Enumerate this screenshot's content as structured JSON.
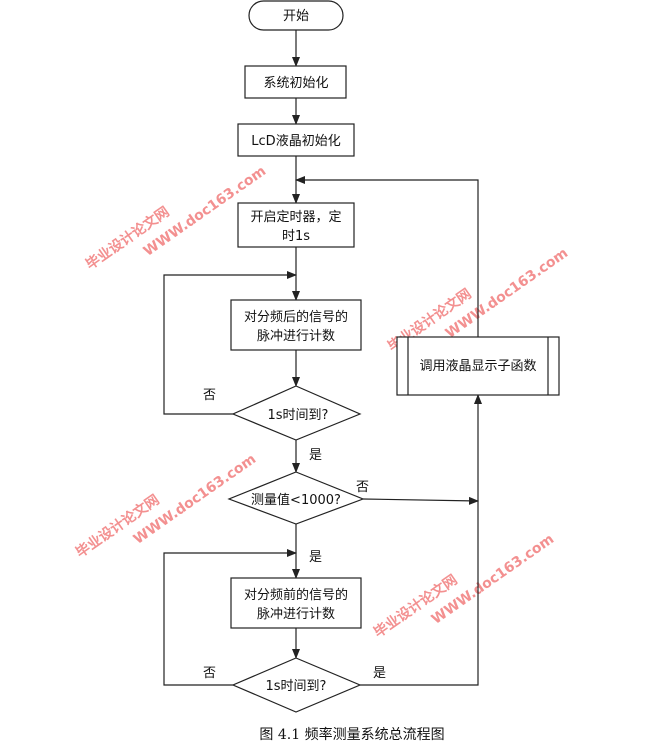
{
  "diagram": {
    "nodes": {
      "start": "开始",
      "sys_init": "系统初始化",
      "lcd_init": "LcD液晶初始化",
      "timer_line1": "开启定时器，定",
      "timer_line2": "时1s",
      "count_after_line1": "对分频后的信号的",
      "count_after_line2": "脉冲进行计数",
      "check1": "1s时间到?",
      "check_value": "测量值<1000?",
      "count_before_line1": "对分频前的信号的",
      "count_before_line2": "脉冲进行计数",
      "check2": "1s时间到?",
      "display": "调用液晶显示子函数"
    },
    "edge_labels": {
      "check1_no": "否",
      "check1_yes": "是",
      "value_no": "否",
      "value_yes": "是",
      "check2_no": "否",
      "check2_yes": "是"
    }
  },
  "watermark": {
    "line1": "毕业设计论文网",
    "line2": "WWW.doc163.com",
    "color": "#ef6b6b"
  },
  "caption": "图 4.1  频率测量系统总流程图"
}
